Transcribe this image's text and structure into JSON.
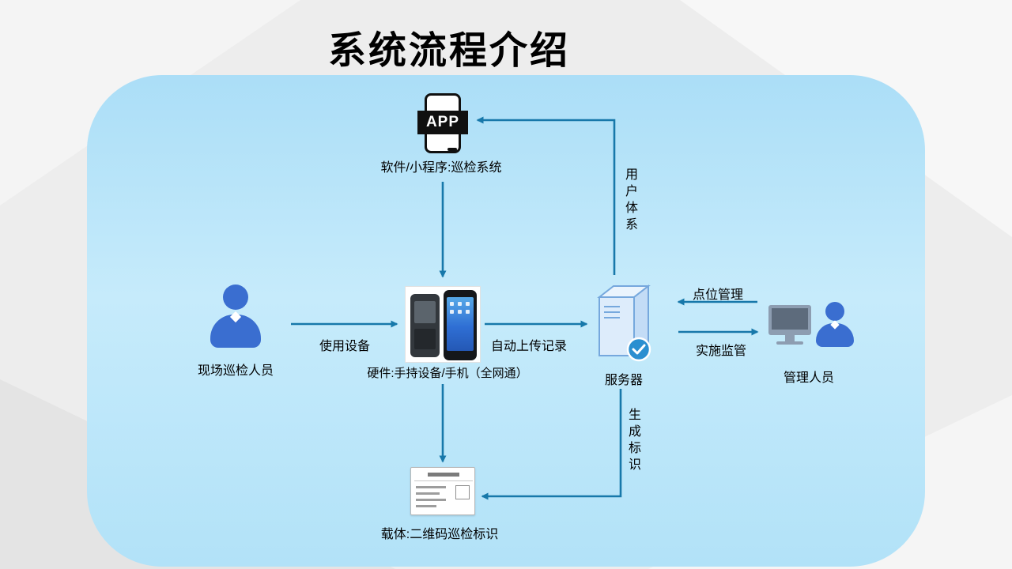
{
  "title": "系统流程介绍",
  "nodes": {
    "app": {
      "icon_text": "APP",
      "label": "软件/小程序:巡检系统"
    },
    "inspector": {
      "label": "现场巡检人员"
    },
    "device": {
      "label": "硬件:手持设备/手机（全网通）"
    },
    "server": {
      "label": "服务器"
    },
    "manager": {
      "label": "管理人员"
    },
    "qr_card": {
      "label": "载体:二维码巡检标识"
    }
  },
  "edges": {
    "use_device": {
      "label": "使用设备"
    },
    "auto_upload": {
      "label": "自动上传记录"
    },
    "user_system": {
      "label": "用户体系"
    },
    "point_management": {
      "label": "点位管理"
    },
    "implement_supervision": {
      "label": "实施监管"
    },
    "generate_id": {
      "label": "生成标识"
    }
  },
  "colors": {
    "arrow": "#1778aa",
    "panel": "#b9e5f8",
    "background": "#ededed",
    "title": "#000000",
    "person": "#3a6ed0"
  }
}
